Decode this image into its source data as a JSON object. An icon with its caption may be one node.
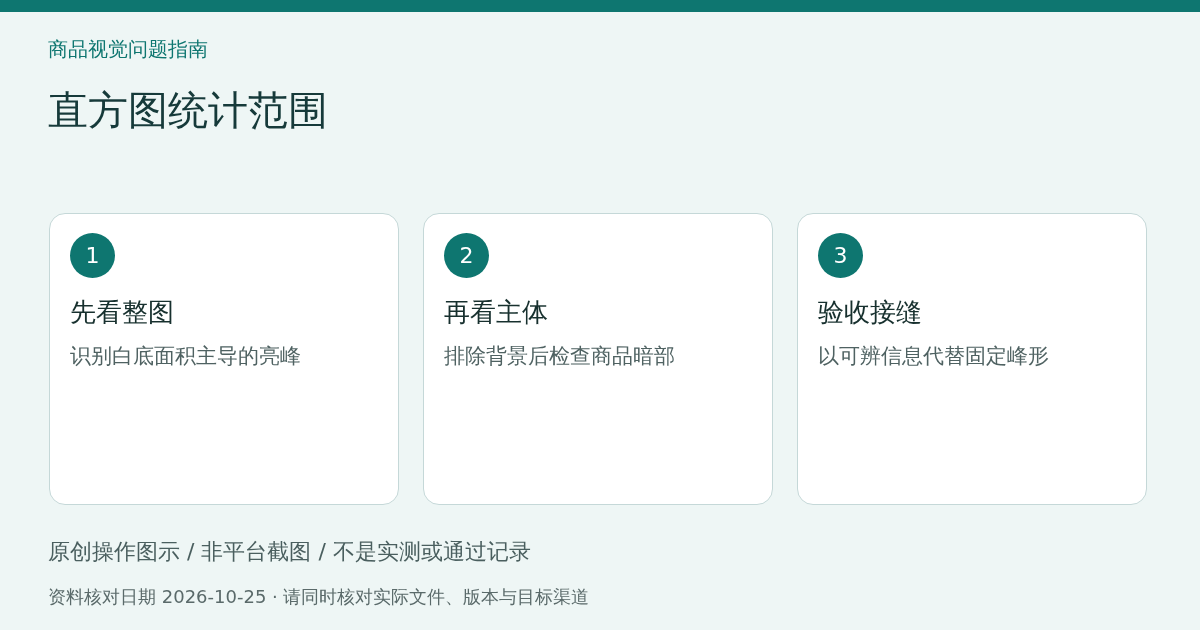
{
  "diagram": {
    "title": "直方图统计范围",
    "nodes": [
      {
        "text": [
          "先看整图",
          "识别白底面积主导的亮峰"
        ]
      },
      {
        "text": [
          "1"
        ],
        "in": 0
      },
      {
        "text": [
          "再看主体",
          "排除背景后检查商品暗部"
        ]
      },
      {
        "text": [
          "2"
        ],
        "in": 2
      },
      {
        "text": [
          "验收接缝",
          "以可辨信息代替固定峰形"
        ]
      },
      {
        "text": [
          "3"
        ],
        "in": 4
      }
    ],
    "labels": [
      "商品视觉问题指南",
      "原创操作图示 / 非平台截图 / 不是实测或通过记录",
      "资料核对日期 2026-10-25 · 请同时核对实际文件、版本与目标渠道"
    ]
  }
}
